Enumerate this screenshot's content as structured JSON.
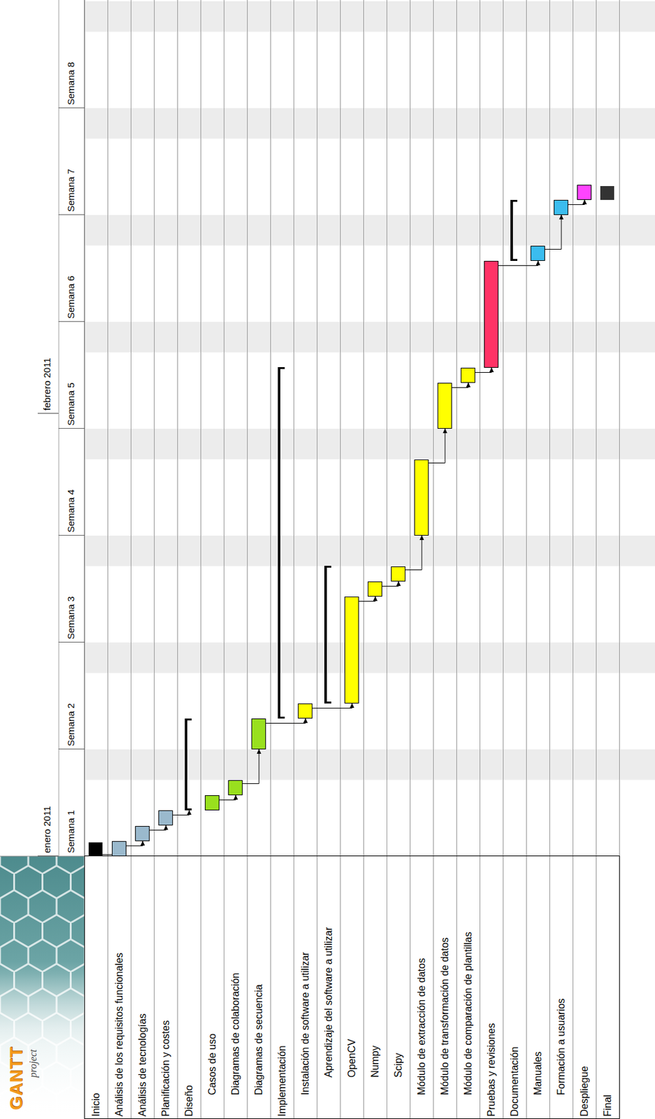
{
  "diagram": {
    "nodes": [
      {
        "text": [
          "Inicio"
        ]
      },
      {
        "text": [
          "Análisis de los requisitos funcionales"
        ]
      },
      {
        "text": [
          "Análisis de tecnologías"
        ]
      },
      {
        "text": [
          "Planificación y costes"
        ]
      },
      {
        "text": [
          "Diseño"
        ]
      },
      {
        "text": [
          "Casos de uso"
        ]
      },
      {
        "text": [
          "Diagramas de colaboración"
        ]
      },
      {
        "text": [
          "Diagramas de secuencia"
        ]
      },
      {
        "text": [
          "Implementación"
        ]
      },
      {
        "text": [
          "Instalación de software a utilizar"
        ]
      },
      {
        "text": [
          "Aprendizaje del software a utilizar"
        ]
      },
      {
        "text": [
          "OpenCV"
        ]
      },
      {
        "text": [
          "Numpy"
        ]
      },
      {
        "text": [
          "Scipy"
        ]
      },
      {
        "text": [
          "Módulo de extracción de datos"
        ]
      },
      {
        "text": [
          "Módulo de transformación de datos"
        ]
      },
      {
        "text": [
          "Módulo de comparación de plantillas"
        ]
      },
      {
        "text": [
          "Pruebas y revisiones"
        ]
      },
      {
        "text": [
          "Documentación"
        ]
      },
      {
        "text": [
          "Manuales"
        ]
      },
      {
        "text": [
          "Formación a usuarios"
        ]
      },
      {
        "text": [
          "Despliegue"
        ]
      },
      {
        "text": [
          "Final"
        ]
      }
    ],
    "edges": [
      {
        "from": 0,
        "to": 1,
        "arrow": "to"
      },
      {
        "from": 1,
        "to": 2,
        "arrow": "to"
      },
      {
        "from": 2,
        "to": 3,
        "arrow": "to"
      },
      {
        "from": 3,
        "to": 4,
        "arrow": "to"
      },
      {
        "from": 5,
        "to": 6,
        "arrow": "to"
      },
      {
        "from": 6,
        "to": 7,
        "arrow": "to"
      },
      {
        "from": 7,
        "to": 9,
        "arrow": "to"
      },
      {
        "from": 9,
        "to": 11,
        "arrow": "to"
      },
      {
        "from": 11,
        "to": 12,
        "arrow": "to"
      },
      {
        "from": 12,
        "to": 13,
        "arrow": "to"
      },
      {
        "from": 13,
        "to": 14,
        "arrow": "to"
      },
      {
        "from": 14,
        "to": 15,
        "arrow": "to"
      },
      {
        "from": 15,
        "to": 16,
        "arrow": "to"
      },
      {
        "from": 16,
        "to": 17,
        "arrow": "to"
      },
      {
        "from": 17,
        "to": 19,
        "arrow": "to"
      },
      {
        "from": 19,
        "to": 20,
        "arrow": "to"
      },
      {
        "from": 20,
        "to": 21,
        "arrow": "to"
      }
    ],
    "labels": [
      "GANTT",
      "project",
      "enero 2011",
      "febrero 2011",
      "Semana 1",
      "Semana 2",
      "Semana 3",
      "Semana 4",
      "Semana 5",
      "Semana 6",
      "Semana 7",
      "Semana 8"
    ]
  }
}
